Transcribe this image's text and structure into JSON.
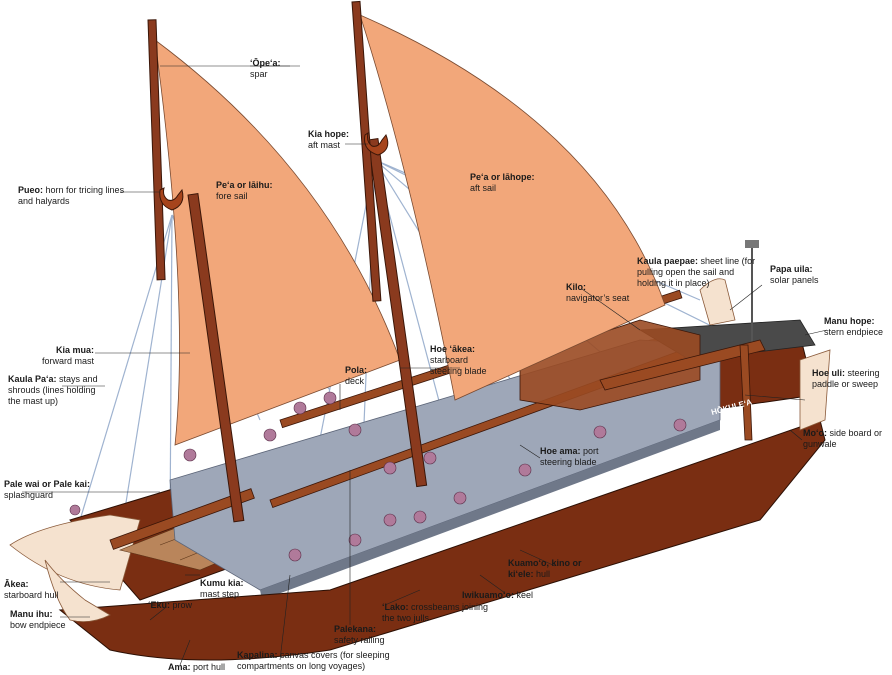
{
  "labels": {
    "opea": {
      "term": "ʻŌpeʻa:",
      "desc": "spar"
    },
    "kia_hope": {
      "term": "Kia hope:",
      "desc": "aft mast"
    },
    "pueo": {
      "term": "Pueo:",
      "desc": "horn for tricing lines and halyards"
    },
    "pea_laihu": {
      "term": "Peʻa or lāihu:",
      "desc": "fore sail"
    },
    "pea_lahope": {
      "term": "Peʻa or lāhope:",
      "desc": "aft sail"
    },
    "kaula_paepae": {
      "term": "Kaula paepae:",
      "desc": "sheet line (for pulling open the sail and holding it in place)"
    },
    "papa_uila": {
      "term": "Papa uila:",
      "desc": "solar panels"
    },
    "kilo": {
      "term": "Kilo:",
      "desc": "navigator’s seat"
    },
    "manu_hope": {
      "term": "Manu hope:",
      "desc": "stern endpiece"
    },
    "kia_mua": {
      "term": "Kia mua:",
      "desc": "forward mast"
    },
    "hoe_akea": {
      "term": "Hoe ʻākea:",
      "desc": "starboard steering blade"
    },
    "kaula_paa": {
      "term": "Kaula Paʻa:",
      "desc": "stays and shrouds (lines holding the mast up)"
    },
    "pola": {
      "term": "Pola:",
      "desc": "deck"
    },
    "hoe_uli": {
      "term": "Hoe uli:",
      "desc": "steering paddle or sweep"
    },
    "moo": {
      "term": "Moʻo:",
      "desc": "side board or gunwale"
    },
    "hoe_ama": {
      "term": "Hoe ama:",
      "desc": "port steering blade"
    },
    "pale_wai": {
      "term": "Pale wai or Pale kai:",
      "desc": "splashguard"
    },
    "kuamoo": {
      "term": "Kuamoʻo, kino or kiʻele:",
      "desc": "hull"
    },
    "akea": {
      "term": "Ākea:",
      "desc": "starboard hull"
    },
    "kumu_kia": {
      "term": "Kumu kia:",
      "desc": "mast step"
    },
    "iwikuamoo": {
      "term": "Iwikuamoʻo:",
      "desc": "keel"
    },
    "manu_ihu": {
      "term": "Manu ihu:",
      "desc": "bow endpiece"
    },
    "eku": {
      "term": "ʻEku:",
      "desc": "prow"
    },
    "lako": {
      "term": "ʻLako:",
      "desc": "crossbeams joining the two julls"
    },
    "palekana": {
      "term": "Palekana:",
      "desc": "safety railing"
    },
    "kapalina": {
      "term": "Kapalina:",
      "desc": "canvas covers (for sleeping compartments on long voyages)"
    },
    "ama": {
      "term": "Ama:",
      "desc": "port hull"
    }
  },
  "hull_name": "HŌKULEʻA",
  "colors": {
    "sail": "#f2a77a",
    "mast": "#8a3a1e",
    "hull": "#7a2e12",
    "deck": "#b9855b",
    "canvas": "#9ea7b8",
    "rope": "#9fb3d0"
  }
}
